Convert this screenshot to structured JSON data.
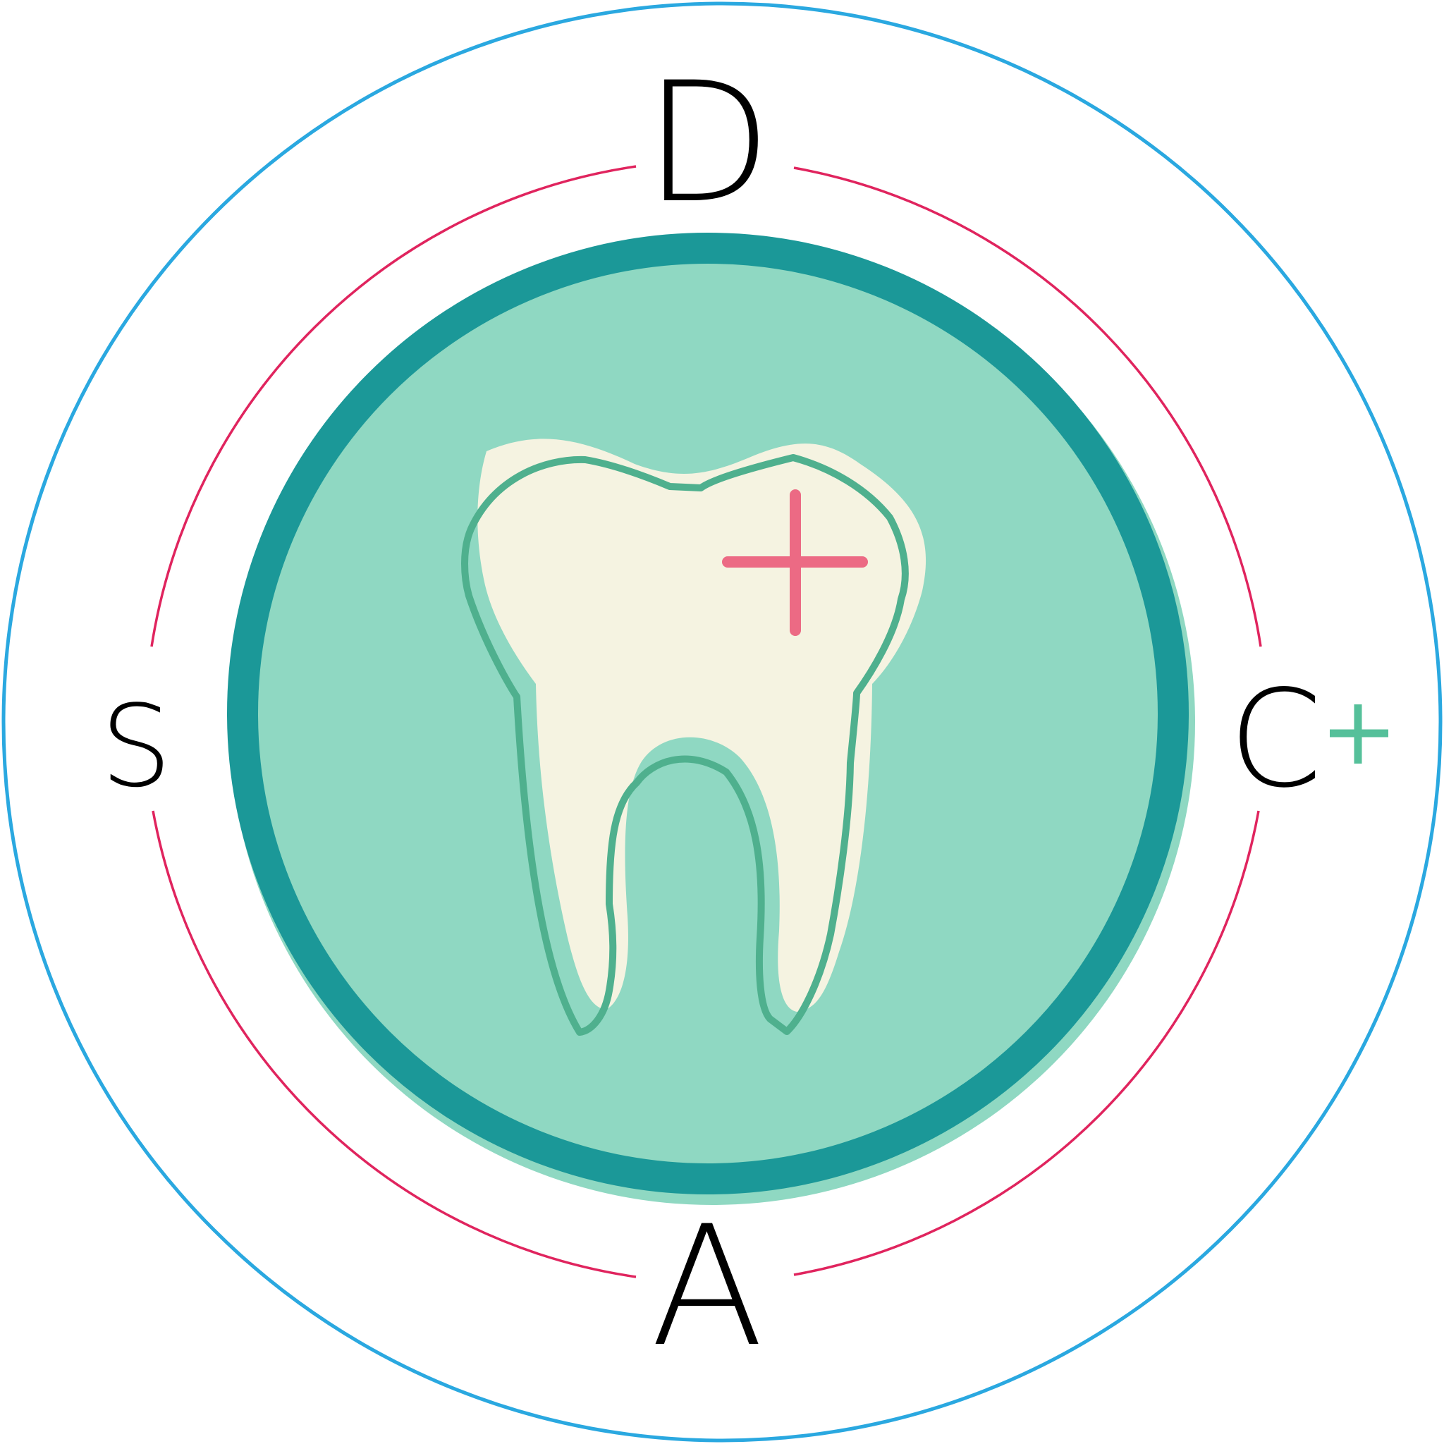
{
  "logo": {
    "letters": {
      "top": "D",
      "left": "S",
      "right": "C",
      "bottom": "A",
      "right_suffix": "+"
    },
    "colors": {
      "outer_ring": "#2aa8e0",
      "inner_ring_arcs": "#e0245e",
      "disc_border": "#1b9898",
      "disc_fill": "#8fd8c2",
      "tooth_fill": "#f5f3e1",
      "tooth_outline": "#4fb08e",
      "cross": "#ec6a84",
      "plus_accent": "#55c09a",
      "letters": "#000000"
    },
    "icons": [
      "tooth-icon",
      "medical-cross-icon",
      "plus-icon"
    ]
  }
}
